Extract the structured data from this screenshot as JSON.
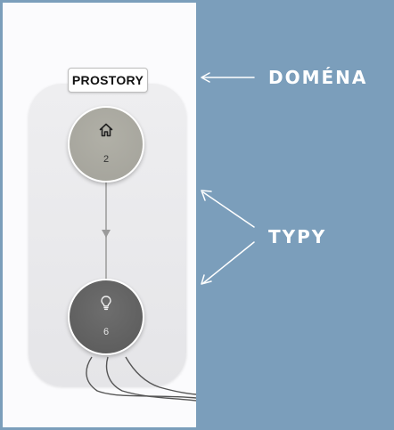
{
  "domain": {
    "label": "PROSTORY"
  },
  "nodes": [
    {
      "icon": "home-icon",
      "count": "2"
    },
    {
      "icon": "lightbulb-icon",
      "count": "6"
    }
  ],
  "annotations": {
    "domain": "DOMÉNA",
    "types": "TYPY"
  },
  "colors": {
    "background": "#7b9ebb",
    "panel": "#fbfbfd",
    "node_spaces": "#a8a79f",
    "node_lights": "#646464",
    "annotation_text": "#ffffff"
  }
}
